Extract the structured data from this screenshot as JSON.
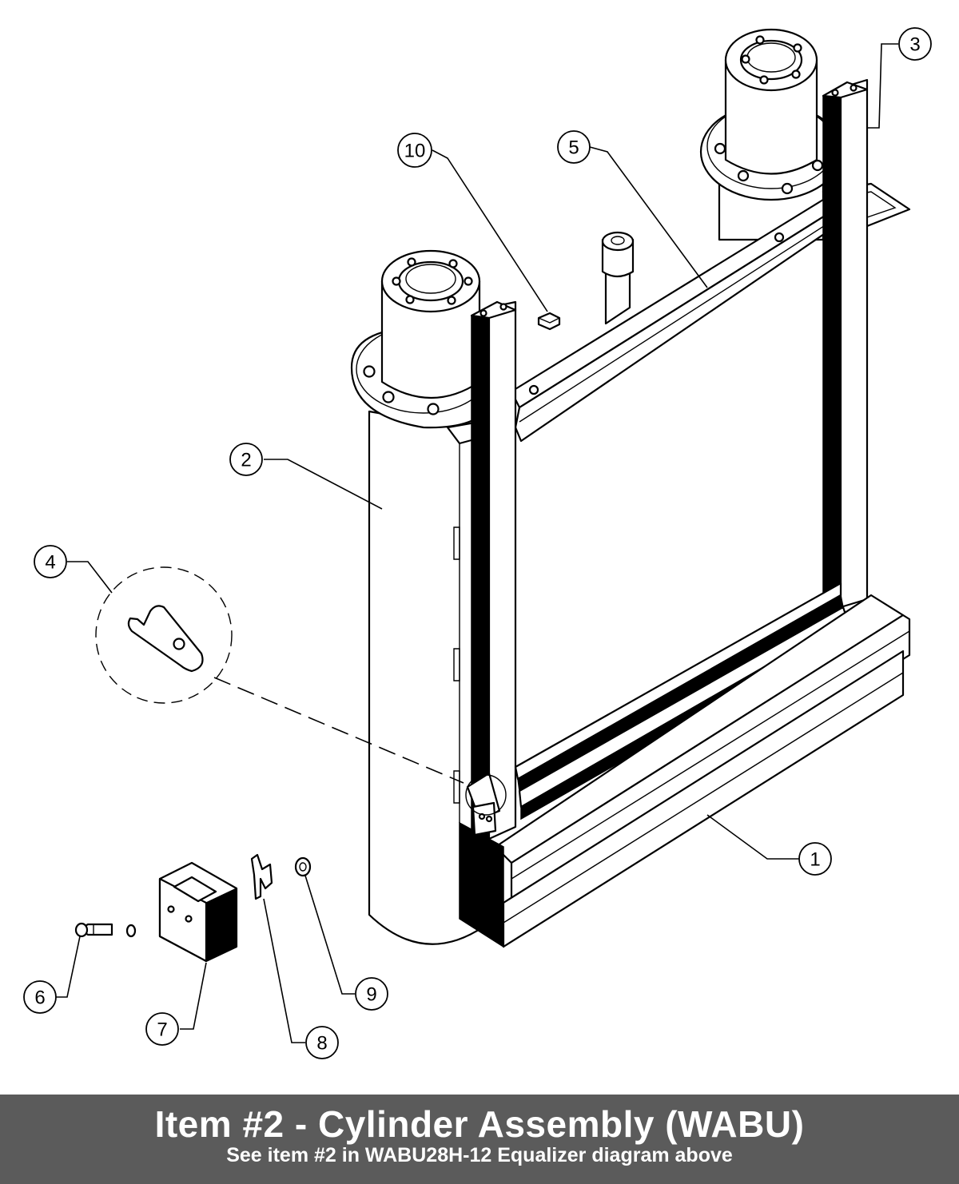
{
  "callouts": [
    {
      "label": "1"
    },
    {
      "label": "2"
    },
    {
      "label": "3"
    },
    {
      "label": "4"
    },
    {
      "label": "5"
    },
    {
      "label": "6"
    },
    {
      "label": "7"
    },
    {
      "label": "8"
    },
    {
      "label": "9"
    },
    {
      "label": "10"
    }
  ],
  "footer": {
    "title": "Item #2 - Cylinder Assembly (WABU)",
    "subtitle": "See item #2 in WABU28H-12 Equalizer diagram above",
    "background": "#5b5b5b",
    "text_color": "#ffffff"
  }
}
